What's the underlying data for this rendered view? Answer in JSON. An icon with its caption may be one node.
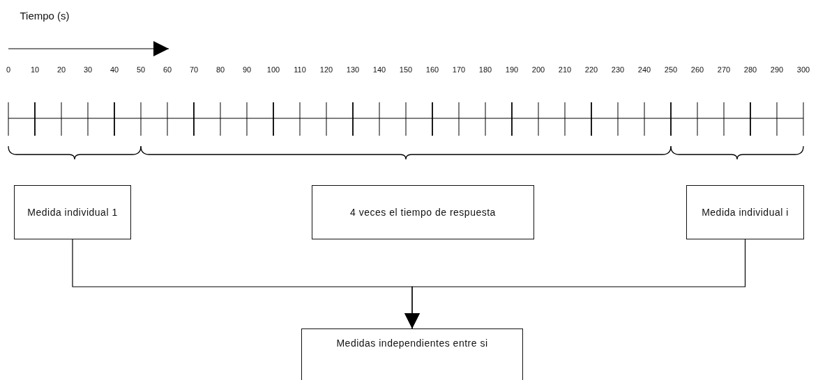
{
  "diagram": {
    "nodes": [
      {
        "text": [
          "Medida individual 1"
        ]
      },
      {
        "text": [
          "4 veces el tiempo de respuesta"
        ]
      },
      {
        "text": [
          "Medida individual i"
        ]
      },
      {
        "text": [
          "Medidas independientes entre si"
        ]
      }
    ],
    "edges": [
      {
        "from": 0,
        "to": 3,
        "arrow": "to"
      },
      {
        "from": 2,
        "to": 3,
        "arrow": "to"
      }
    ],
    "labels": [
      "Tiempo (s)",
      "0",
      "10",
      "20",
      "30",
      "40",
      "50",
      "60",
      "70",
      "80",
      "90",
      "100",
      "110",
      "120",
      "130",
      "140",
      "150",
      "160",
      "170",
      "180",
      "190",
      "200",
      "210",
      "220",
      "230",
      "240",
      "250",
      "260",
      "270",
      "280",
      "290",
      "300"
    ]
  }
}
